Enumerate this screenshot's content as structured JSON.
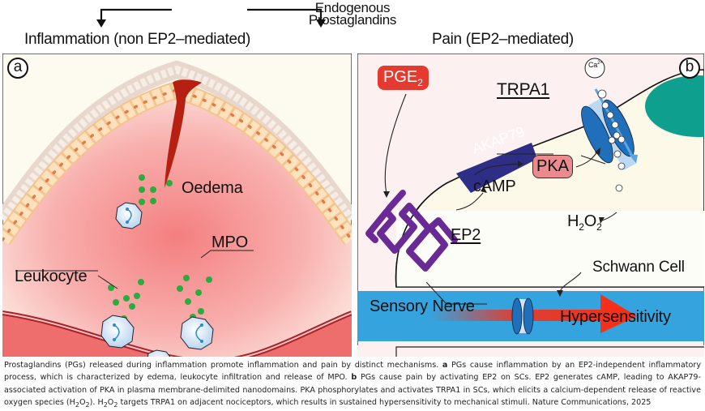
{
  "header": {
    "source_line1": "Endogenous",
    "source_line2": "Prostaglandins"
  },
  "panel_a": {
    "title": "Inflammation (non EP2–mediated)",
    "letter": "a",
    "labels": {
      "oedema": "Oedema",
      "mpo": "MPO",
      "leukocyte": "Leukocyte"
    }
  },
  "panel_b": {
    "title": "Pain (EP2–mediated)",
    "letter": "b",
    "labels": {
      "pge2_main": "PGE",
      "pge2_sub": "2",
      "trpa1": "TRPA1",
      "ca": "Ca",
      "ca_sup": "2+",
      "akap79": "AKAP79",
      "pka": "PKA",
      "camp": "cAMP",
      "ep2": "EP2",
      "h2o2_h": "H",
      "h2o2_2a": "2",
      "h2o2_o": "O",
      "h2o2_2b": "2",
      "schwann_cell": "Schwann Cell",
      "sensory_nerve": "Sensory Nerve",
      "hypersensitivity": "Hypersensitivity"
    }
  },
  "colors": {
    "pge2_box": "#e53a2f",
    "akap79": "#2e2e86",
    "pka_box": "#eb8a8f",
    "ep2_receptor": "#6a2a96",
    "trpa1_channel": "#1f6fba",
    "nerve_band": "#35a3dd",
    "nucleus": "#0e9f8e",
    "hypersensitivity_arrow": "#ff2a10",
    "mpo_dot": "#2eaa3e",
    "blood_vessel": "#ee6e6e",
    "oedema_fill": "#f79a9a"
  },
  "caption": {
    "part1": "Prostaglandins (PGs) released during inflammation promote inflammation and pain by distinct mechanisms. ",
    "a_letter": "a",
    "part2": " PGs cause inflammation by an EP2-independent inflammatory process, which is characterized by edema, leukocyte infiltration and release of MPO. ",
    "b_letter": "b",
    "part3": " PGs cause pain by activating EP2 on SCs. EP2 generates cAMP, leading to AKAP79-associated activation of PKA in plasma membrane-delimited nanodomains. PKA phosphorylates and activates TRPA1 in SCs, which elicits a calcium-dependent release of reactive oxygen species (H",
    "sub1": "2",
    "part4": "O",
    "sub2": "2",
    "part5": "). H",
    "sub3": "2",
    "part6": "O",
    "sub4": "2",
    "part7": " targets TRPA1 on adjacent nociceptors, which results in sustained hypersensitivity to mechanical stimuli. Nature Communications, 2025"
  }
}
